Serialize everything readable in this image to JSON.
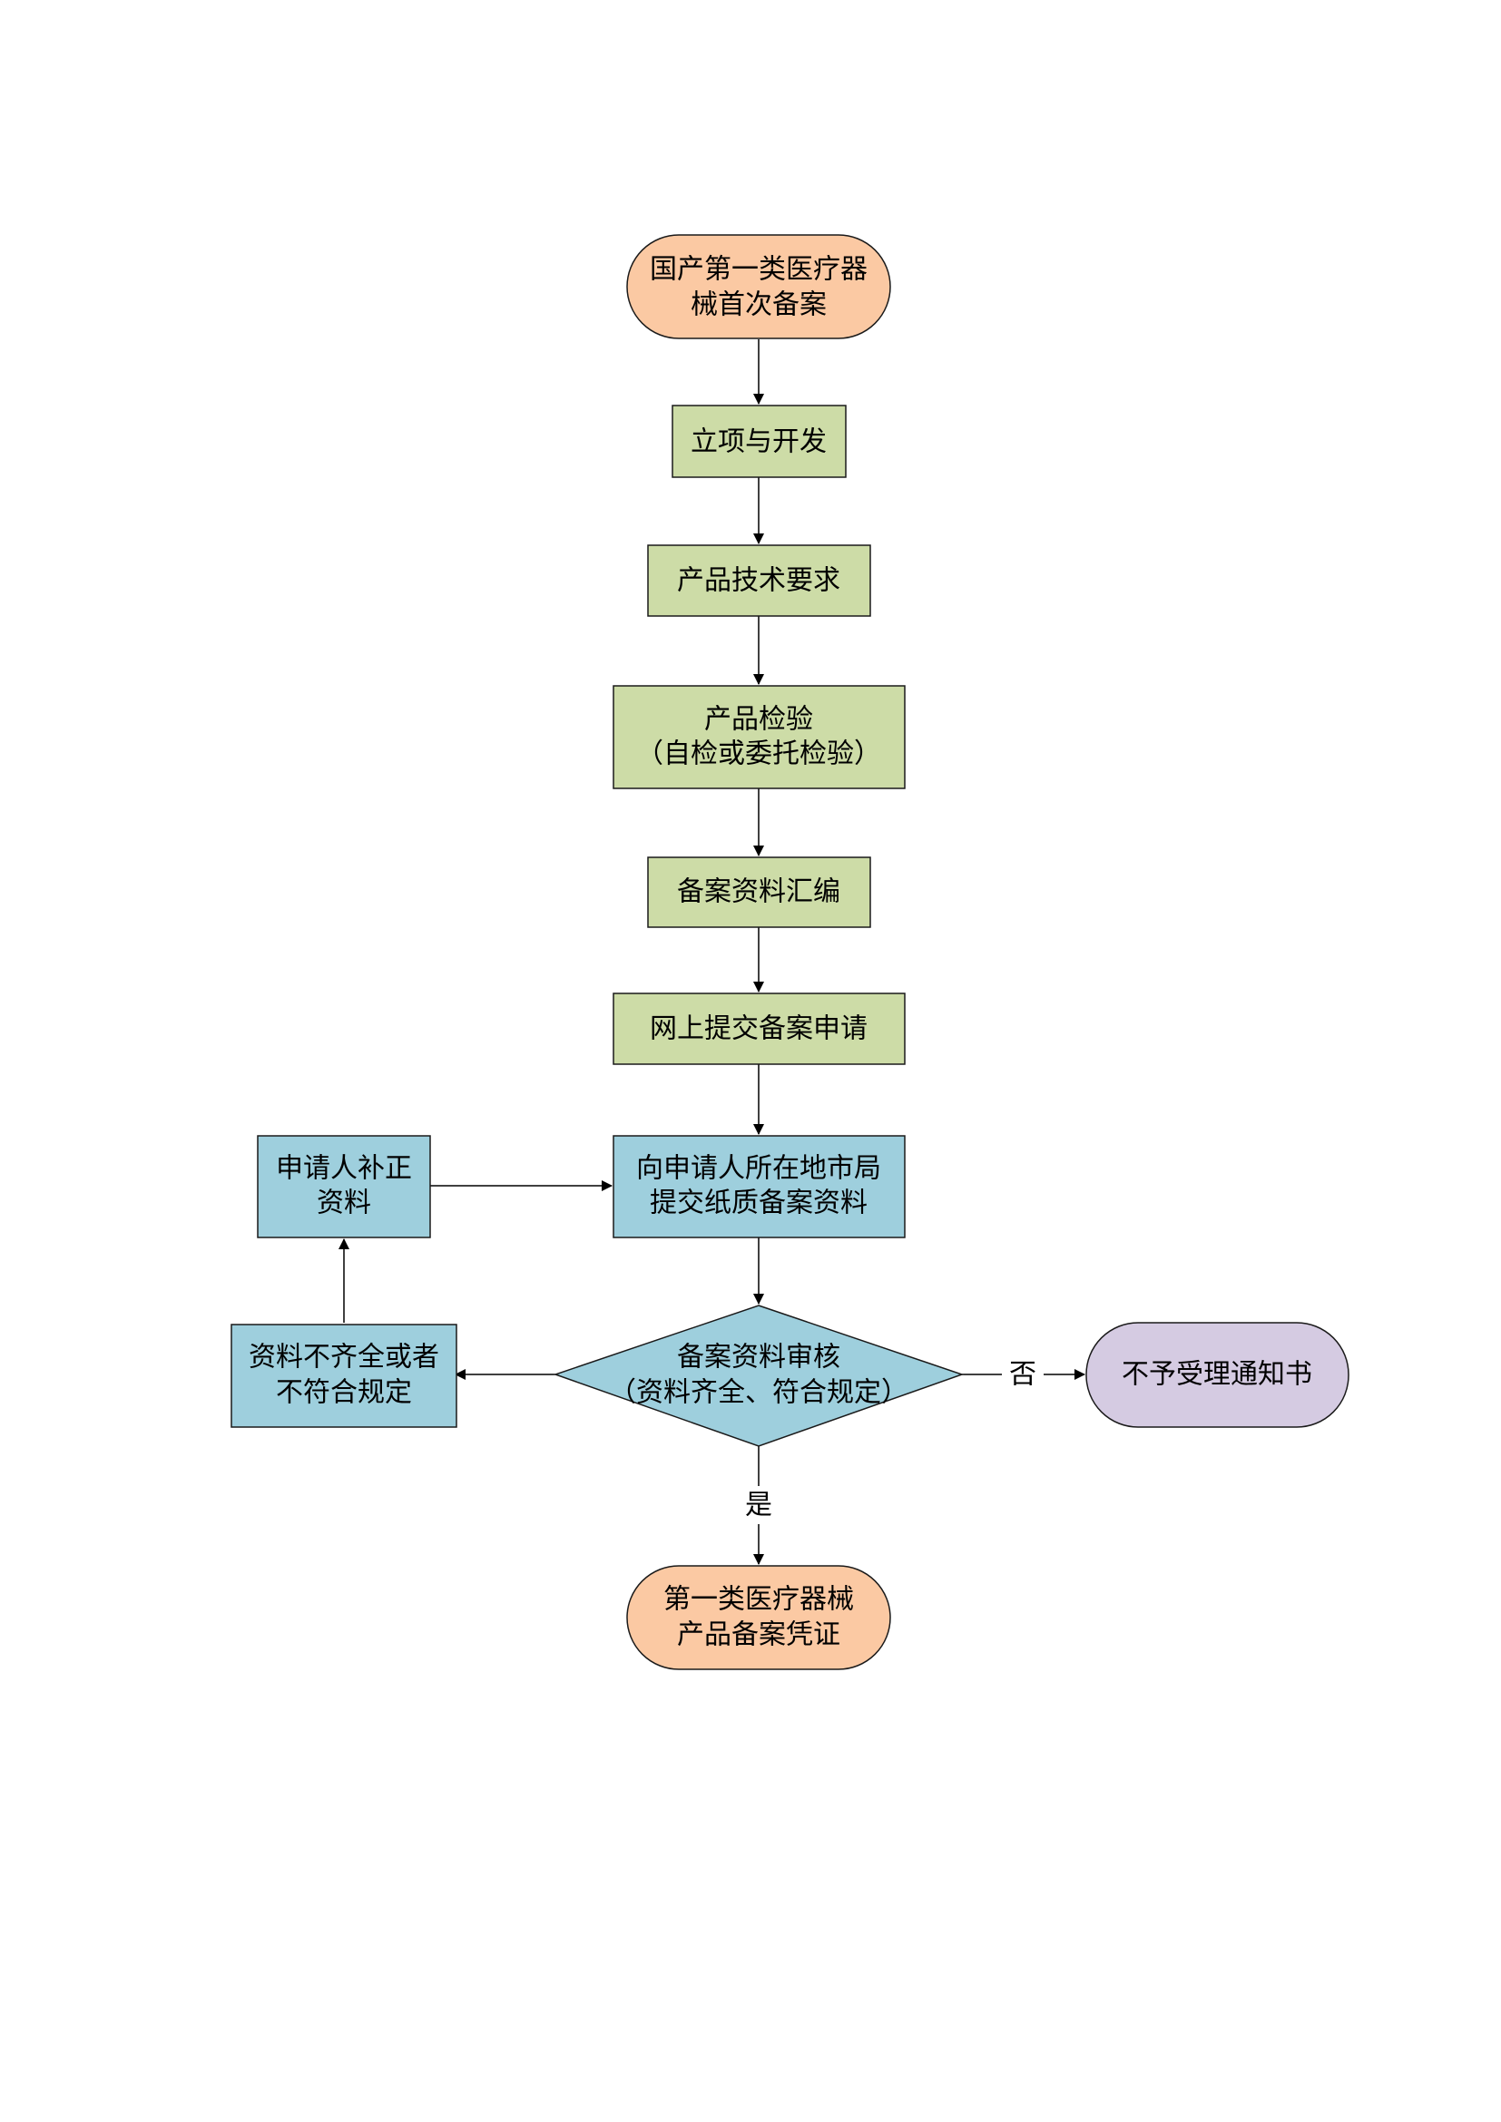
{
  "colors": {
    "terminal": "#fbc9a3",
    "process_green": "#cddca7",
    "process_blue": "#9ecfdd",
    "terminal_purple": "#d5cbe2",
    "stroke": "#1a1a1a",
    "arrow": "#000000"
  },
  "nodes": {
    "start": {
      "lines": [
        "国产第一类医疗器",
        "械首次备案"
      ]
    },
    "project": {
      "lines": [
        "立项与开发"
      ]
    },
    "tech_req": {
      "lines": [
        "产品技术要求"
      ]
    },
    "inspection": {
      "lines": [
        "产品检验",
        "（自检或委托检验）"
      ]
    },
    "compile": {
      "lines": [
        "备案资料汇编"
      ]
    },
    "online": {
      "lines": [
        "网上提交备案申请"
      ]
    },
    "submit_paper": {
      "lines": [
        "向申请人所在地市局",
        "提交纸质备案资料"
      ]
    },
    "supplement": {
      "lines": [
        "申请人补正",
        "资料"
      ]
    },
    "review": {
      "lines": [
        "备案资料审核",
        "（资料齐全、符合规定）"
      ]
    },
    "incomplete": {
      "lines": [
        "资料不齐全或者",
        "不符合规定"
      ]
    },
    "reject": {
      "lines": [
        "不予受理通知书"
      ]
    },
    "certificate": {
      "lines": [
        "第一类医疗器械",
        "产品备案凭证"
      ]
    }
  },
  "edge_labels": {
    "no": "否",
    "yes": "是"
  }
}
